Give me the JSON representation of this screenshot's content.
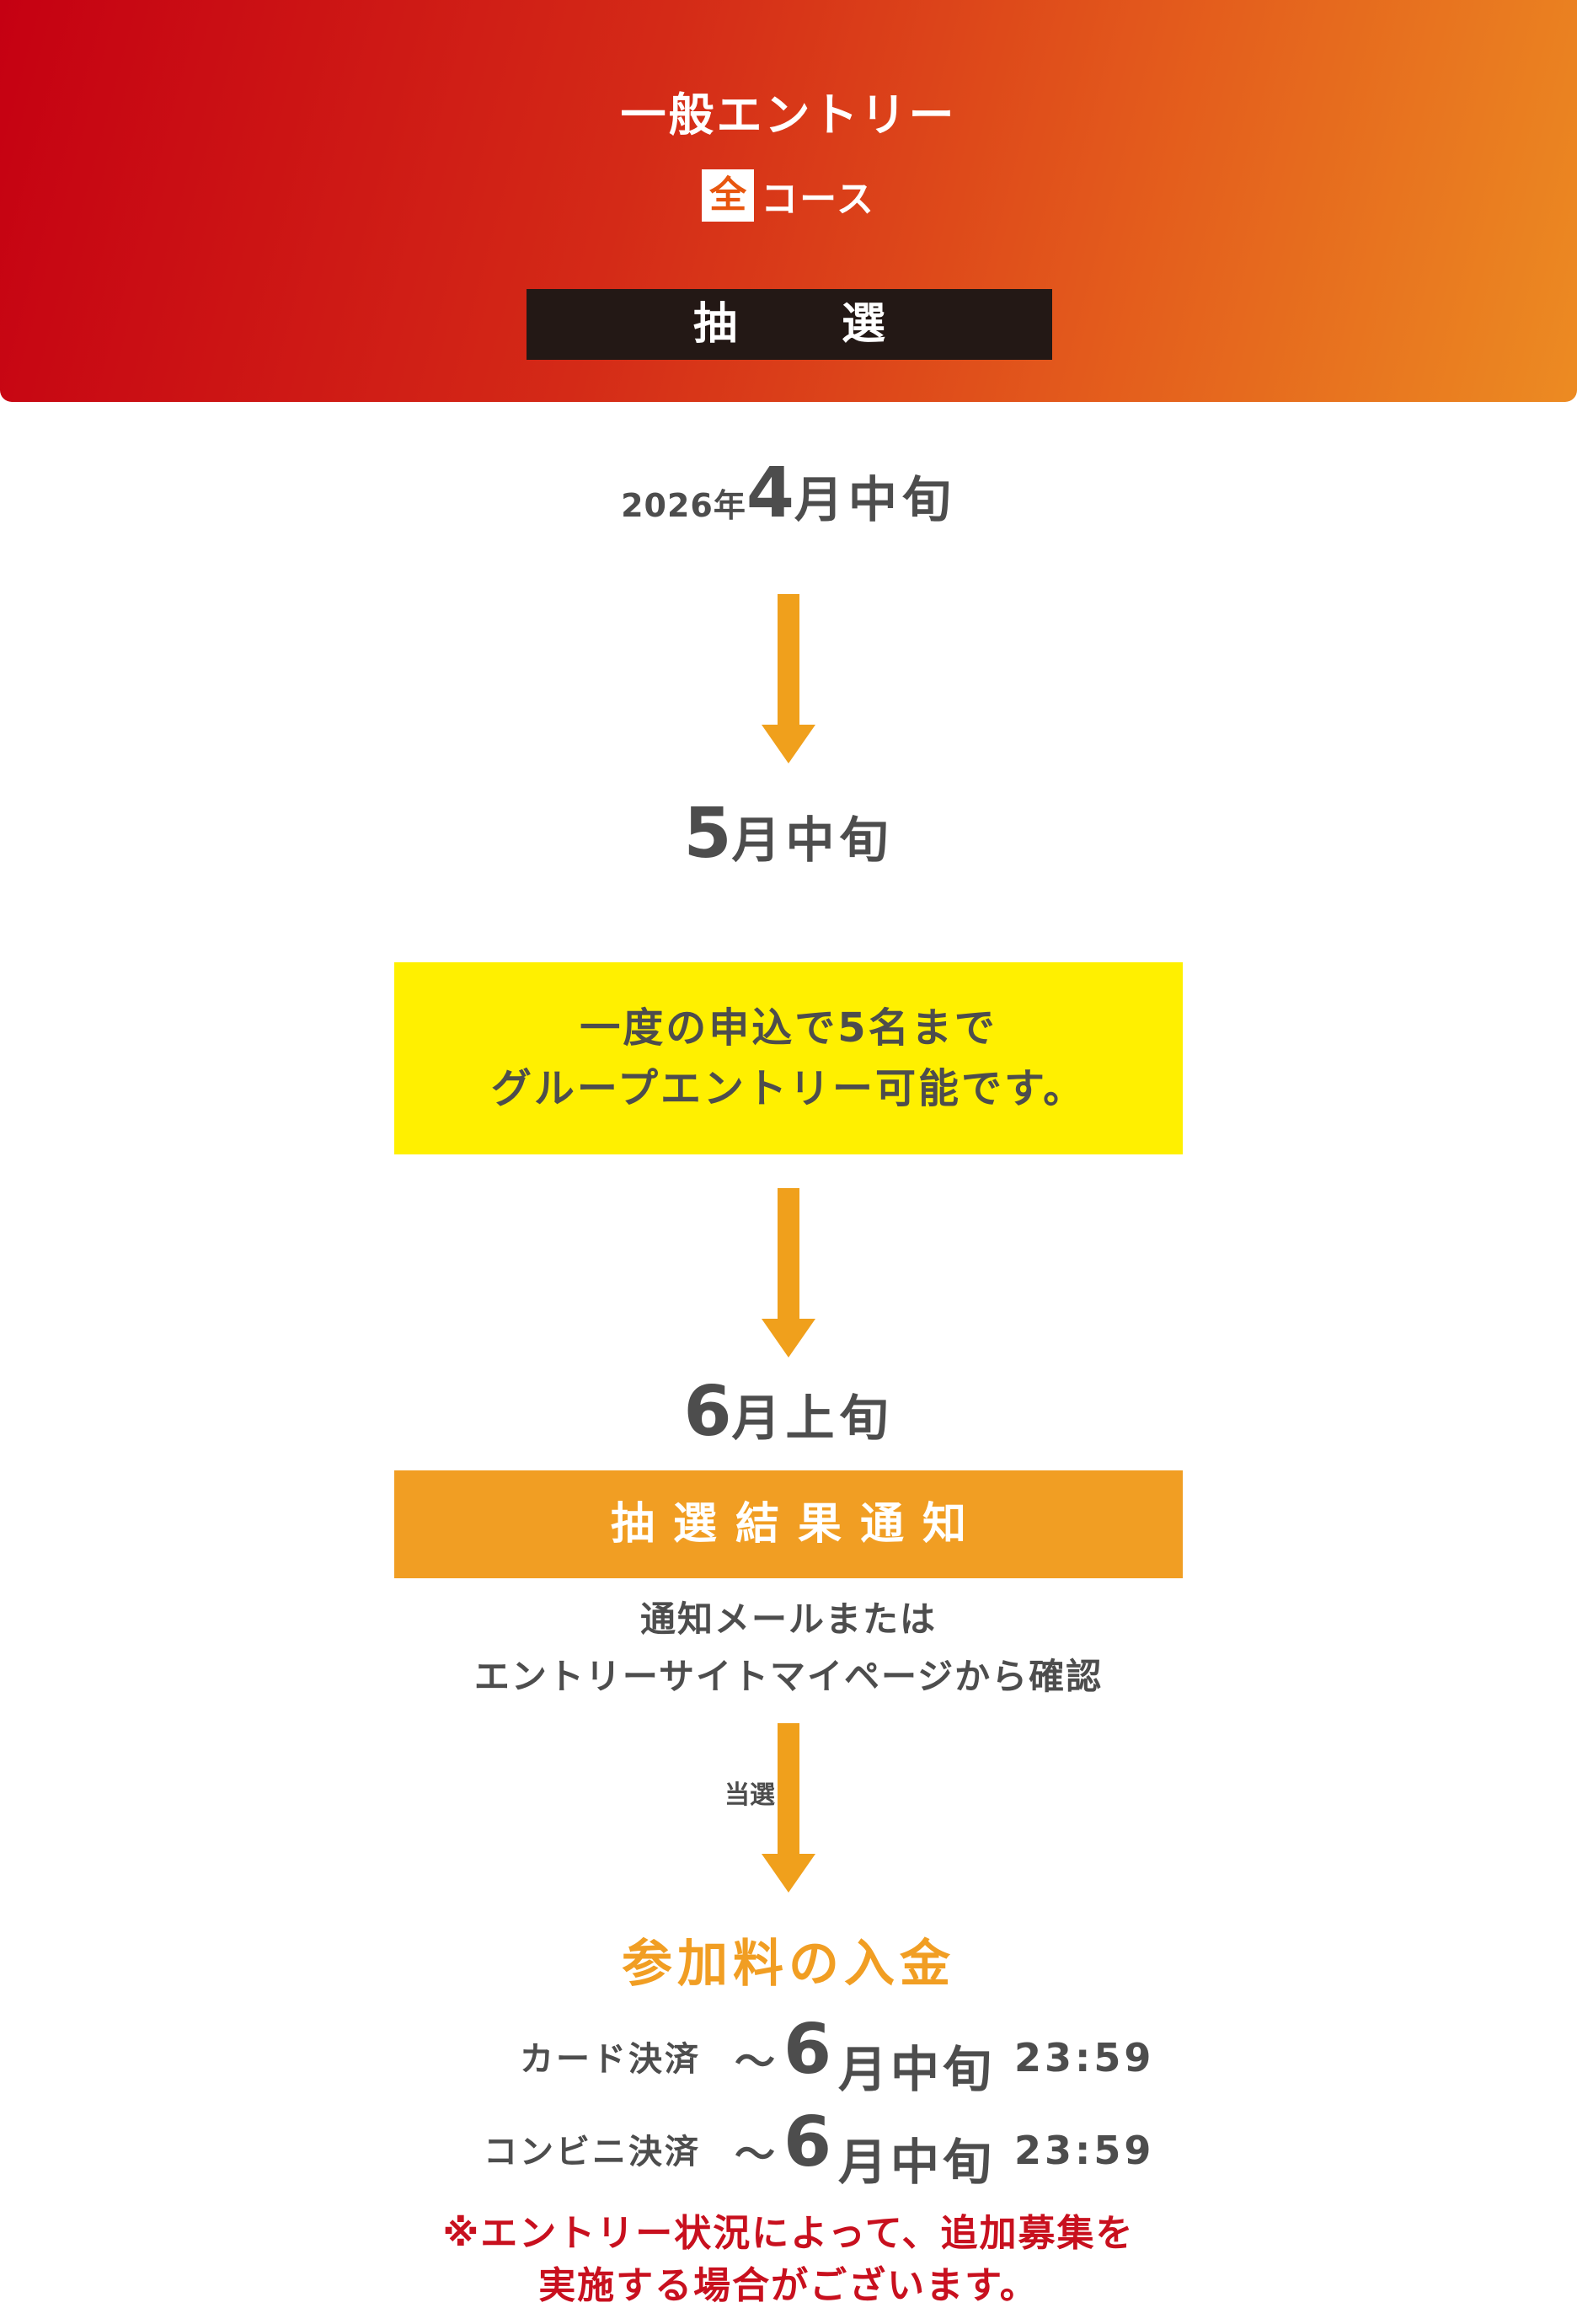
{
  "header": {
    "title": "一般エントリー",
    "course_badge": "全",
    "course_label": "コース",
    "method": "抽　選"
  },
  "timeline": {
    "step1": {
      "year": "2026年",
      "month": "4",
      "suffix": "月中旬"
    },
    "step2": {
      "month": "5",
      "suffix": "月中旬"
    },
    "group_notice": [
      "一度の申込で5名まで",
      "グループエントリー可能です。"
    ],
    "step3": {
      "month": "6",
      "suffix": "月上旬"
    },
    "result_bar": "抽選結果通知",
    "result_info": [
      "通知メールまたは",
      "エントリーサイトマイページから確認"
    ],
    "won_label": "当選"
  },
  "payment": {
    "title": "参加料の入金",
    "rows": [
      {
        "label": "カード決済",
        "tilde": "～",
        "month": "6",
        "suffix": "月中旬",
        "time": "23:59"
      },
      {
        "label": "コンビニ決済",
        "tilde": "～",
        "month": "6",
        "suffix": "月中旬",
        "time": "23:59"
      }
    ],
    "note": [
      "※エントリー状況によって、追加募集を",
      "実施する場合がございます。"
    ]
  },
  "colors": {
    "header_gradient_start": "#c50012",
    "header_gradient_end": "#ec8b22",
    "arrow": "#f0a01c",
    "highlight_yellow": "#fff000",
    "result_bar": "#f19e23",
    "note_red": "#c8101e",
    "text_gray": "#4d4d4d",
    "black_bar": "#231815"
  },
  "icons": {
    "arrows": "arrow-down-icon"
  }
}
